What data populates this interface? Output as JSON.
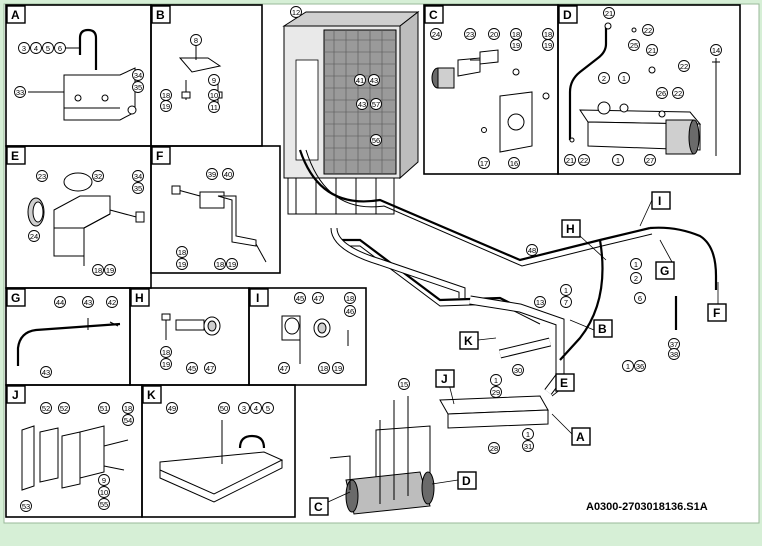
{
  "drawing_code": "A0300-2703018136.S1A",
  "panels": [
    {
      "letter": "A",
      "items": [
        "3",
        "4",
        "5",
        "6",
        "33",
        "34",
        "35"
      ]
    },
    {
      "letter": "B",
      "items": [
        "8",
        "18",
        "19",
        "9",
        "10",
        "11"
      ]
    },
    {
      "letter": "C",
      "items": [
        "24",
        "23",
        "20",
        "18",
        "19",
        "18",
        "19",
        "16",
        "17"
      ]
    },
    {
      "letter": "D",
      "items": [
        "21",
        "22",
        "25",
        "21",
        "22",
        "14",
        "2",
        "1",
        "26",
        "22",
        "21",
        "22",
        "1",
        "27"
      ]
    },
    {
      "letter": "E",
      "items": [
        "23",
        "32",
        "34",
        "35",
        "24",
        "18",
        "19"
      ]
    },
    {
      "letter": "F",
      "items": [
        "39",
        "40",
        "18",
        "19",
        "18",
        "19"
      ]
    },
    {
      "letter": "G",
      "items": [
        "44",
        "43",
        "42",
        "43"
      ]
    },
    {
      "letter": "H",
      "items": [
        "18",
        "19",
        "45",
        "47"
      ]
    },
    {
      "letter": "I",
      "items": [
        "45",
        "47",
        "18",
        "46",
        "47",
        "18",
        "19"
      ]
    },
    {
      "letter": "J",
      "items": [
        "52",
        "52",
        "51",
        "18",
        "54",
        "53",
        "9",
        "10",
        "55"
      ]
    },
    {
      "letter": "K",
      "items": [
        "49",
        "50",
        "3",
        "4",
        "5"
      ]
    }
  ],
  "main": {
    "callout_letters": [
      "H",
      "I",
      "G",
      "F",
      "B",
      "K",
      "J",
      "E",
      "A",
      "C",
      "D"
    ],
    "item_numbers": [
      "12",
      "41",
      "43",
      "43",
      "57",
      "56",
      "48",
      "1",
      "2",
      "6",
      "13",
      "1",
      "7",
      "1",
      "36",
      "1",
      "29",
      "30",
      "15",
      "1",
      "31",
      "28",
      "37",
      "38"
    ]
  }
}
